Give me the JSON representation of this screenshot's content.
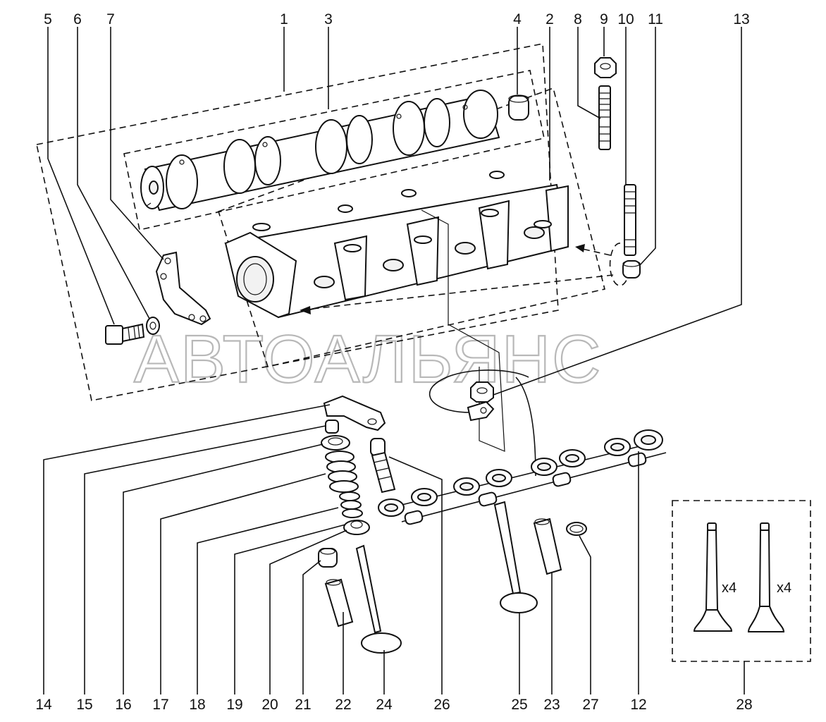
{
  "watermark": "АВТОАЛЬЯНС",
  "callouts_top": [
    "5",
    "6",
    "7",
    "1",
    "3",
    "4",
    "2",
    "8",
    "9",
    "10",
    "11",
    "13"
  ],
  "callouts_bottom": [
    "14",
    "15",
    "16",
    "17",
    "18",
    "19",
    "20",
    "21",
    "22",
    "24",
    "26",
    "25",
    "23",
    "27",
    "12",
    "28"
  ],
  "inset": {
    "left_qty": "x4",
    "right_qty": "x4"
  }
}
